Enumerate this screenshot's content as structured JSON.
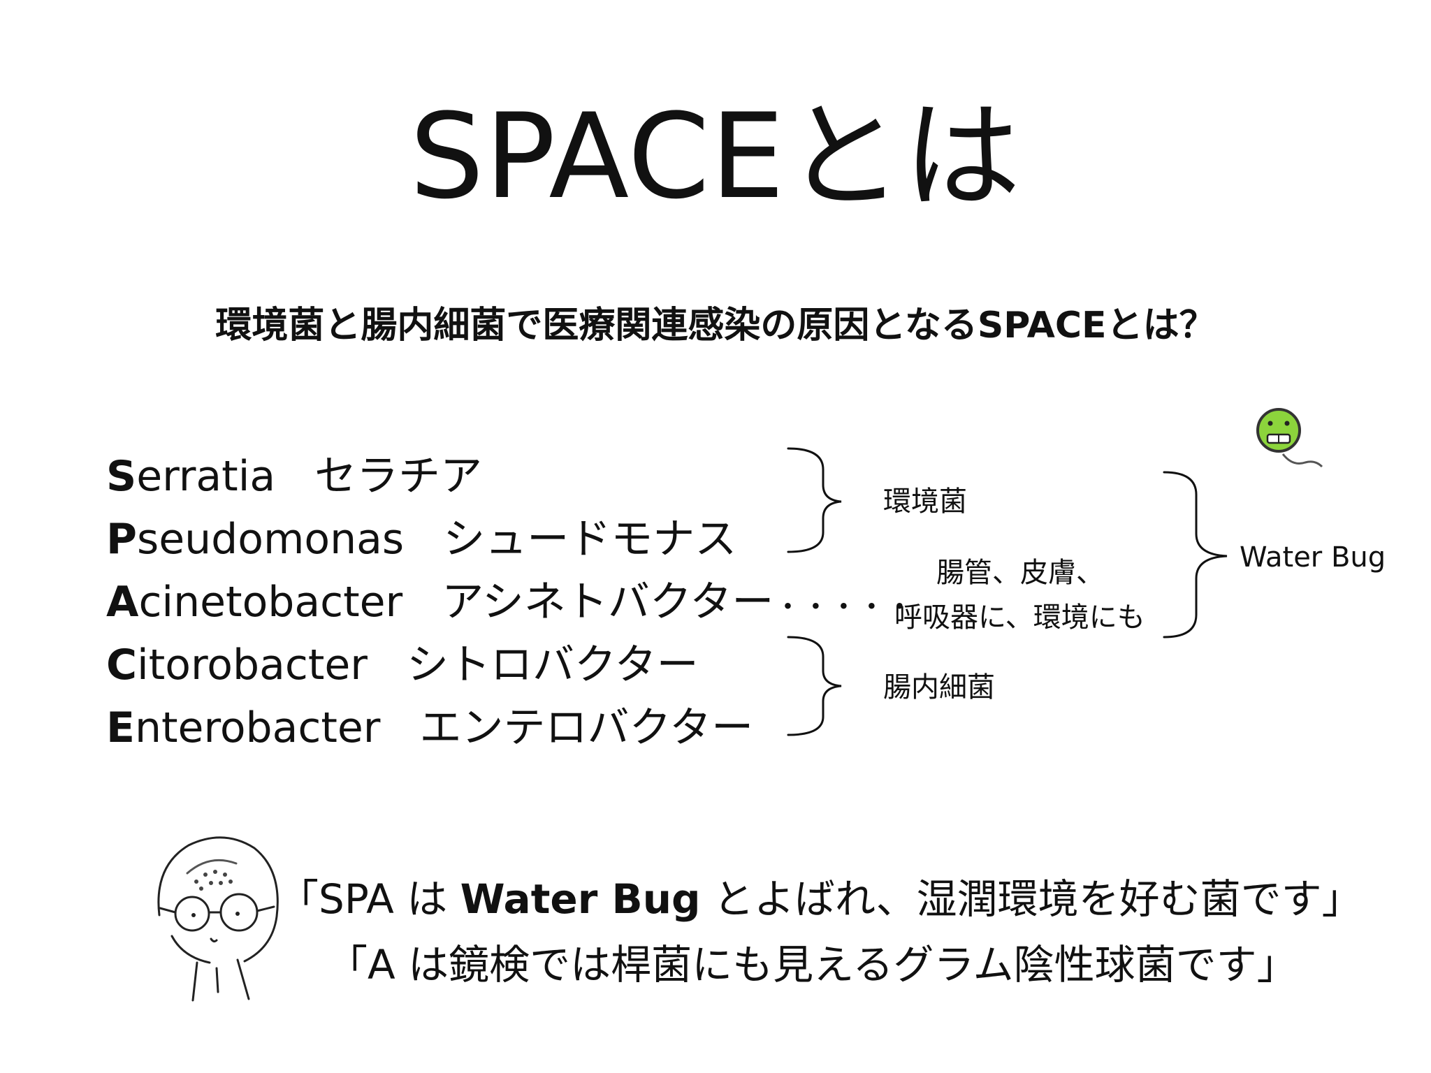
{
  "title": "SPACEとは",
  "subtitle": "環境菌と腸内細菌で医療関連感染の原因となるSPACEとは？",
  "bacteria": [
    {
      "initial": "S",
      "rest": "erratia",
      "katakana": "セラチア"
    },
    {
      "initial": "P",
      "rest": "seudomonas",
      "katakana": "シュードモナス"
    },
    {
      "initial": "A",
      "rest": "cinetobacter",
      "katakana": "アシネトバクター",
      "dots": "・・・・・"
    },
    {
      "initial": "C",
      "rest": "itorobacter",
      "katakana": "シトロバクター"
    },
    {
      "initial": "E",
      "rest": "nterobacter",
      "katakana": "エンテロバクター"
    }
  ],
  "groups": {
    "environmental": "環境菌",
    "acinetobacter_note_line1": "腸管、皮膚、",
    "acinetobacter_note_line2": "呼吸器に、環境にも",
    "intestinal": "腸内細菌",
    "water_bug": "Water Bug"
  },
  "quotes": {
    "q1_open": "「SPA は ",
    "q1_em": "Water Bug",
    "q1_close": " とよばれ、湿潤環境を好む菌です」",
    "q2": "「A は鏡検では桿菌にも見えるグラム陰性球菌です」"
  },
  "colors": {
    "text": "#111111",
    "bug_body": "#8cd43c",
    "bug_outline": "#333333"
  }
}
